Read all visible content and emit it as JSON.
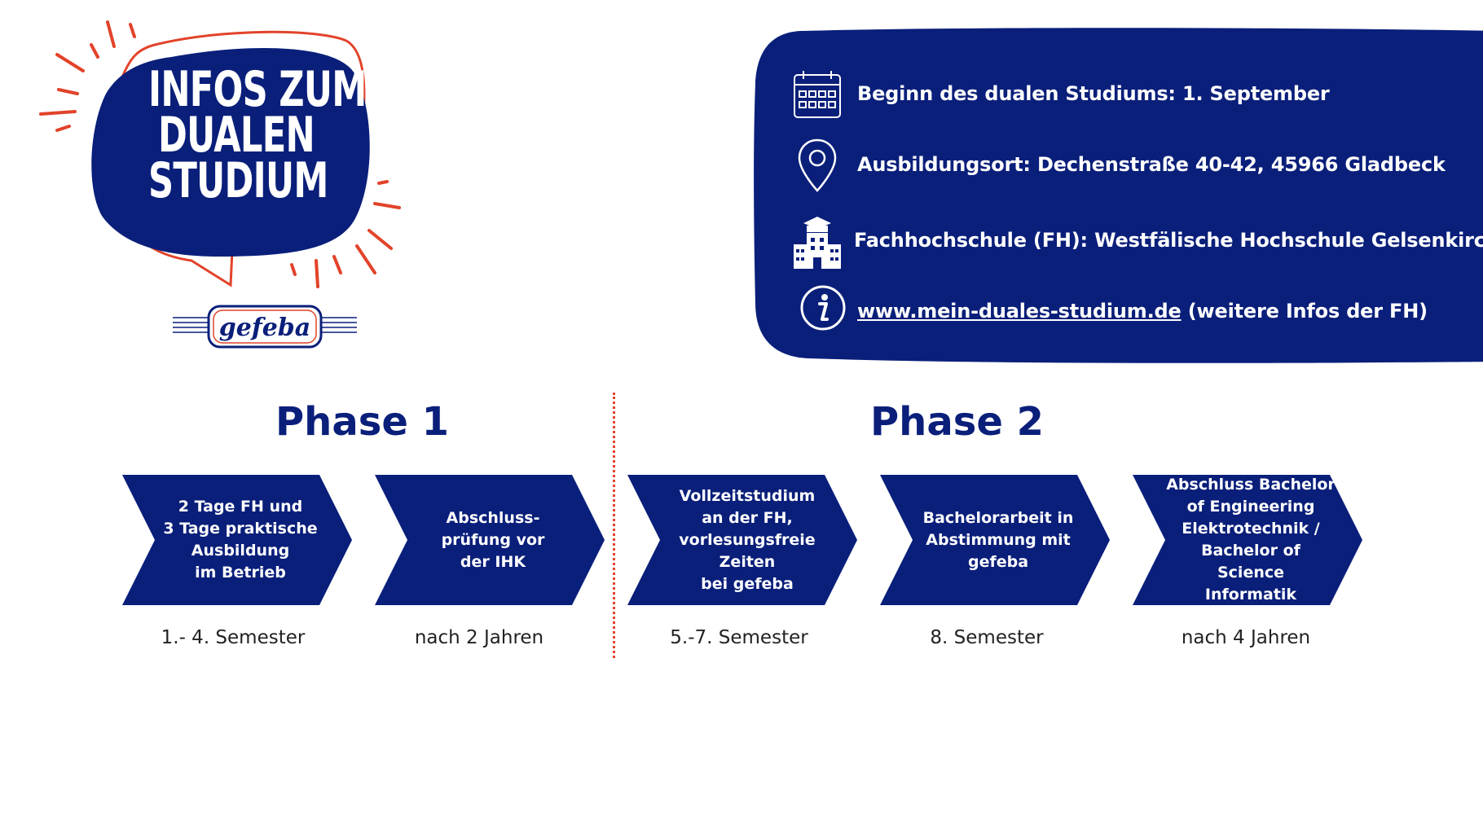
{
  "title": {
    "lines": [
      "INFOS ZUM",
      "DUALEN",
      "STUDIUM"
    ]
  },
  "logo": {
    "text": "gefeba"
  },
  "colors": {
    "navy": "#0a1f7a",
    "accent_red": "#e2432a",
    "white": "#ffffff"
  },
  "info": {
    "items": [
      {
        "icon": "calendar-icon",
        "text": "Beginn des dualen Studiums: 1. September"
      },
      {
        "icon": "location-pin-icon",
        "text": "Ausbildungsort: Dechenstraße 40-42, 45966 Gladbeck"
      },
      {
        "icon": "university-building-icon",
        "text": "Fachhochschule (FH): Westfälische Hochschule Gelsenkirchen"
      },
      {
        "icon": "info-icon",
        "link": "www.mein-duales-studium.de",
        "text": " (weitere Infos der FH)"
      }
    ]
  },
  "phases": [
    {
      "label": "Phase 1"
    },
    {
      "label": "Phase 2"
    }
  ],
  "steps": [
    {
      "text": "2 Tage FH und\n3 Tage praktische\nAusbildung\nim Betrieb",
      "caption": "1.- 4. Semester"
    },
    {
      "text": "Abschluss-\nprüfung vor\nder IHK",
      "caption": "nach 2 Jahren"
    },
    {
      "text": "Vollzeitstudium\nan der FH,\nvorlesungsfreie Zeiten\nbei gefeba",
      "caption": "5.-7. Semester"
    },
    {
      "text": "Bachelorarbeit in\nAbstimmung mit\ngefeba",
      "caption": "8. Semester"
    },
    {
      "text": "Abschluss Bachelor\nof Engineering\nElektrotechnik /\nBachelor of Science\nInformatik",
      "caption": "nach 4 Jahren"
    }
  ]
}
